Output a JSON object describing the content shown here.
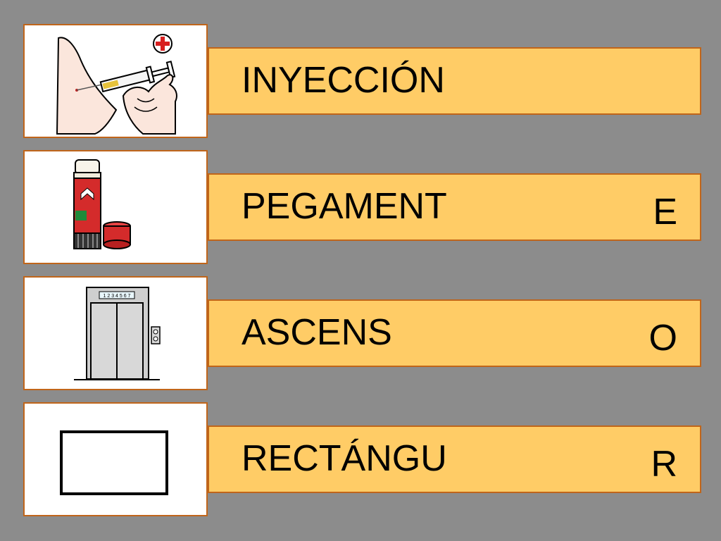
{
  "rows": [
    {
      "word": "INYECCIÓN",
      "letter": "",
      "picto": "syringe-injection-icon"
    },
    {
      "word": "PEGAMENT",
      "letter": "E",
      "picto": "glue-stick-icon"
    },
    {
      "word": "ASCENS",
      "letter": "O",
      "picto": "elevator-icon"
    },
    {
      "word": "RECTÁNGU",
      "letter": "R",
      "picto": "rectangle-icon"
    }
  ],
  "elevator_display": "1 2 3 4 5 6 7",
  "colors": {
    "background": "#8c8c8c",
    "band": "#ffcc66",
    "border": "#c0651a",
    "glue_red": "#d42b2b",
    "glue_green": "#1f8a3a",
    "cross_red": "#d82020"
  }
}
